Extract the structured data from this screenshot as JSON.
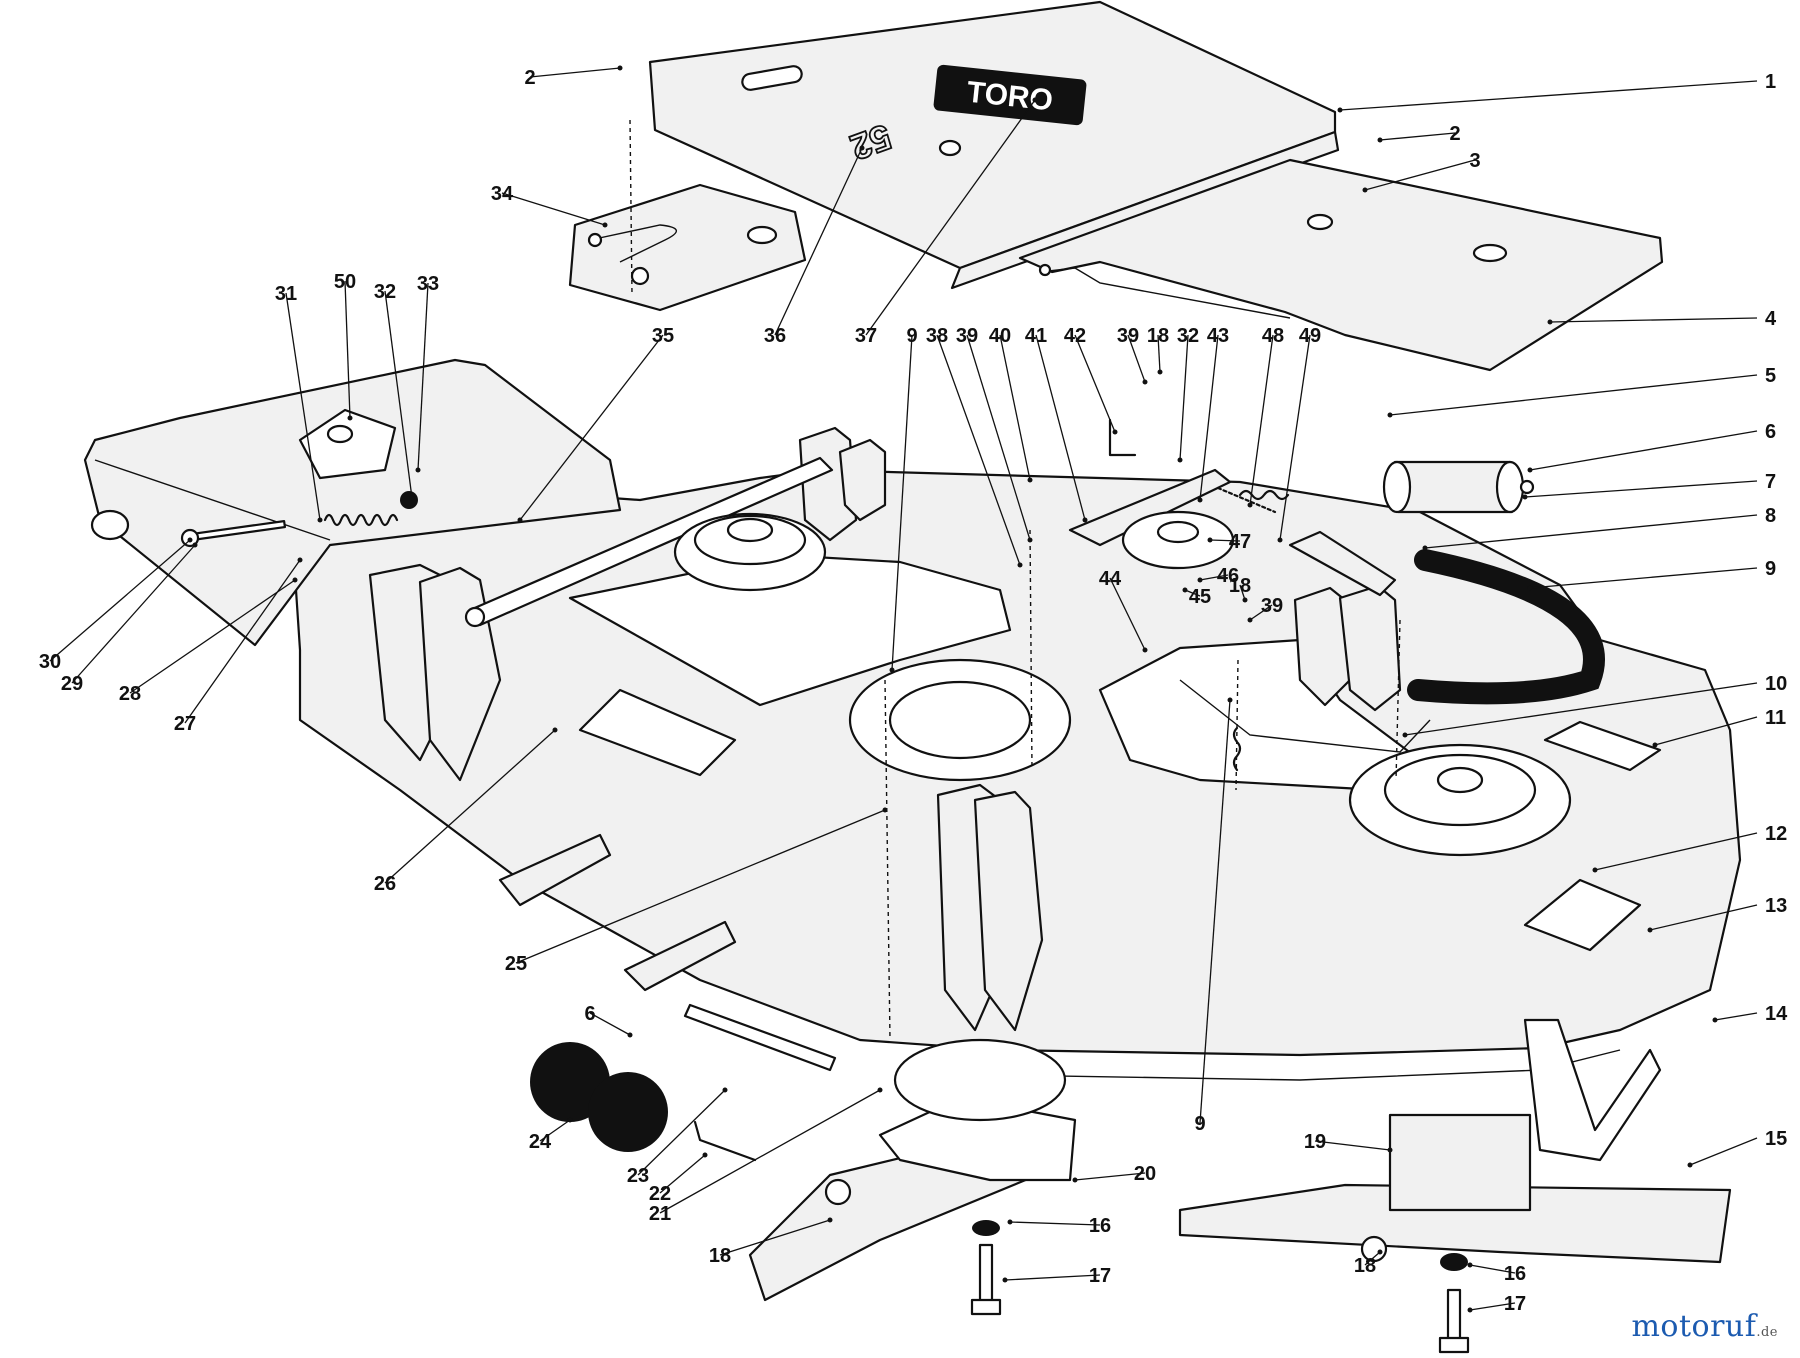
{
  "diagram": {
    "deck_logo": "TORO",
    "deck_size_mark": "52",
    "callouts": [
      {
        "label": "1"
      },
      {
        "label": "2"
      },
      {
        "label": "2"
      },
      {
        "label": "3"
      },
      {
        "label": "4"
      },
      {
        "label": "5"
      },
      {
        "label": "6"
      },
      {
        "label": "7"
      },
      {
        "label": "8"
      },
      {
        "label": "9"
      },
      {
        "label": "10"
      },
      {
        "label": "11"
      },
      {
        "label": "12"
      },
      {
        "label": "13"
      },
      {
        "label": "14"
      },
      {
        "label": "15"
      },
      {
        "label": "16"
      },
      {
        "label": "16"
      },
      {
        "label": "17"
      },
      {
        "label": "17"
      },
      {
        "label": "18"
      },
      {
        "label": "18"
      },
      {
        "label": "19"
      },
      {
        "label": "20"
      },
      {
        "label": "21"
      },
      {
        "label": "22"
      },
      {
        "label": "23"
      },
      {
        "label": "24"
      },
      {
        "label": "25"
      },
      {
        "label": "6"
      },
      {
        "label": "26"
      },
      {
        "label": "27"
      },
      {
        "label": "28"
      },
      {
        "label": "29"
      },
      {
        "label": "30"
      },
      {
        "label": "31"
      },
      {
        "label": "50"
      },
      {
        "label": "32"
      },
      {
        "label": "33"
      },
      {
        "label": "34"
      },
      {
        "label": "35"
      },
      {
        "label": "36"
      },
      {
        "label": "37"
      },
      {
        "label": "9"
      },
      {
        "label": "38"
      },
      {
        "label": "39"
      },
      {
        "label": "40"
      },
      {
        "label": "41"
      },
      {
        "label": "42"
      },
      {
        "label": "39"
      },
      {
        "label": "18"
      },
      {
        "label": "32"
      },
      {
        "label": "43"
      },
      {
        "label": "48"
      },
      {
        "label": "49"
      },
      {
        "label": "47"
      },
      {
        "label": "46"
      },
      {
        "label": "45"
      },
      {
        "label": "44"
      },
      {
        "label": "18"
      },
      {
        "label": "39"
      },
      {
        "label": "9"
      }
    ]
  },
  "watermark": {
    "brand": "motoruf",
    "tld": ".de",
    "brand_color": "#1c5bb0"
  }
}
